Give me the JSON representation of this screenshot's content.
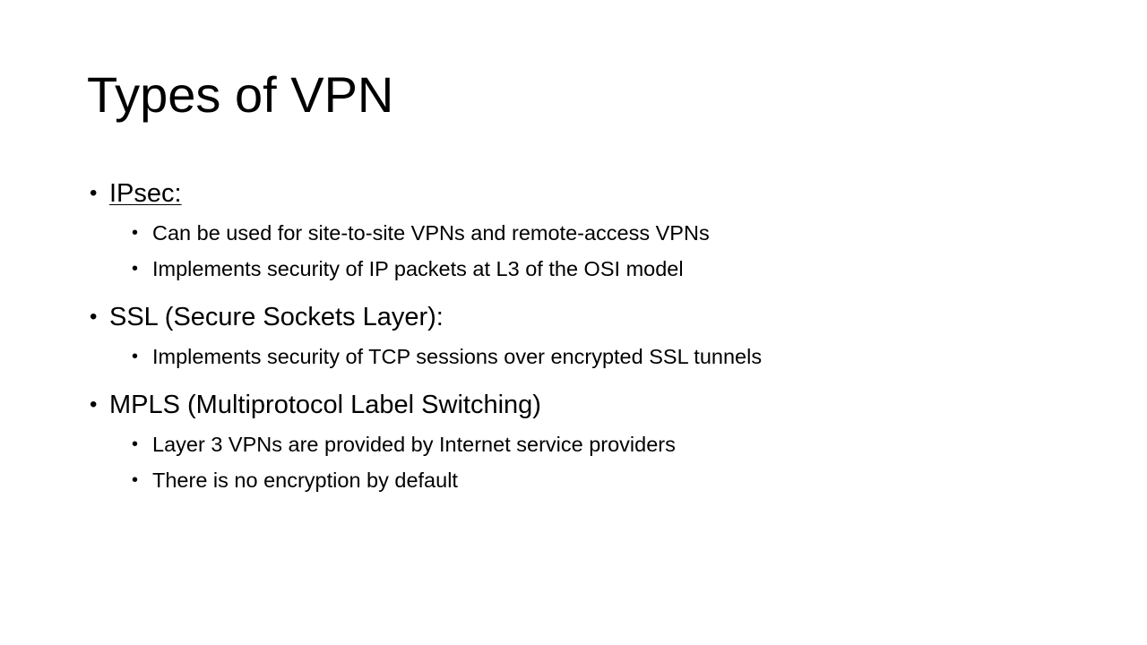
{
  "slide": {
    "title": "Types of VPN",
    "bullet_glyph": "•",
    "sections": [
      {
        "heading": "IPsec:",
        "underlined": true,
        "items": [
          "Can be used for site-to-site VPNs and remote-access VPNs",
          "Implements security of IP packets at L3 of the OSI model"
        ]
      },
      {
        "heading": "SSL (Secure Sockets Layer):",
        "underlined": false,
        "items": [
          "Implements security of TCP sessions over encrypted SSL tunnels"
        ]
      },
      {
        "heading": "MPLS (Multiprotocol Label Switching)",
        "underlined": false,
        "items": [
          "Layer 3 VPNs are provided by Internet service providers",
          "There is no encryption by default"
        ]
      }
    ]
  }
}
